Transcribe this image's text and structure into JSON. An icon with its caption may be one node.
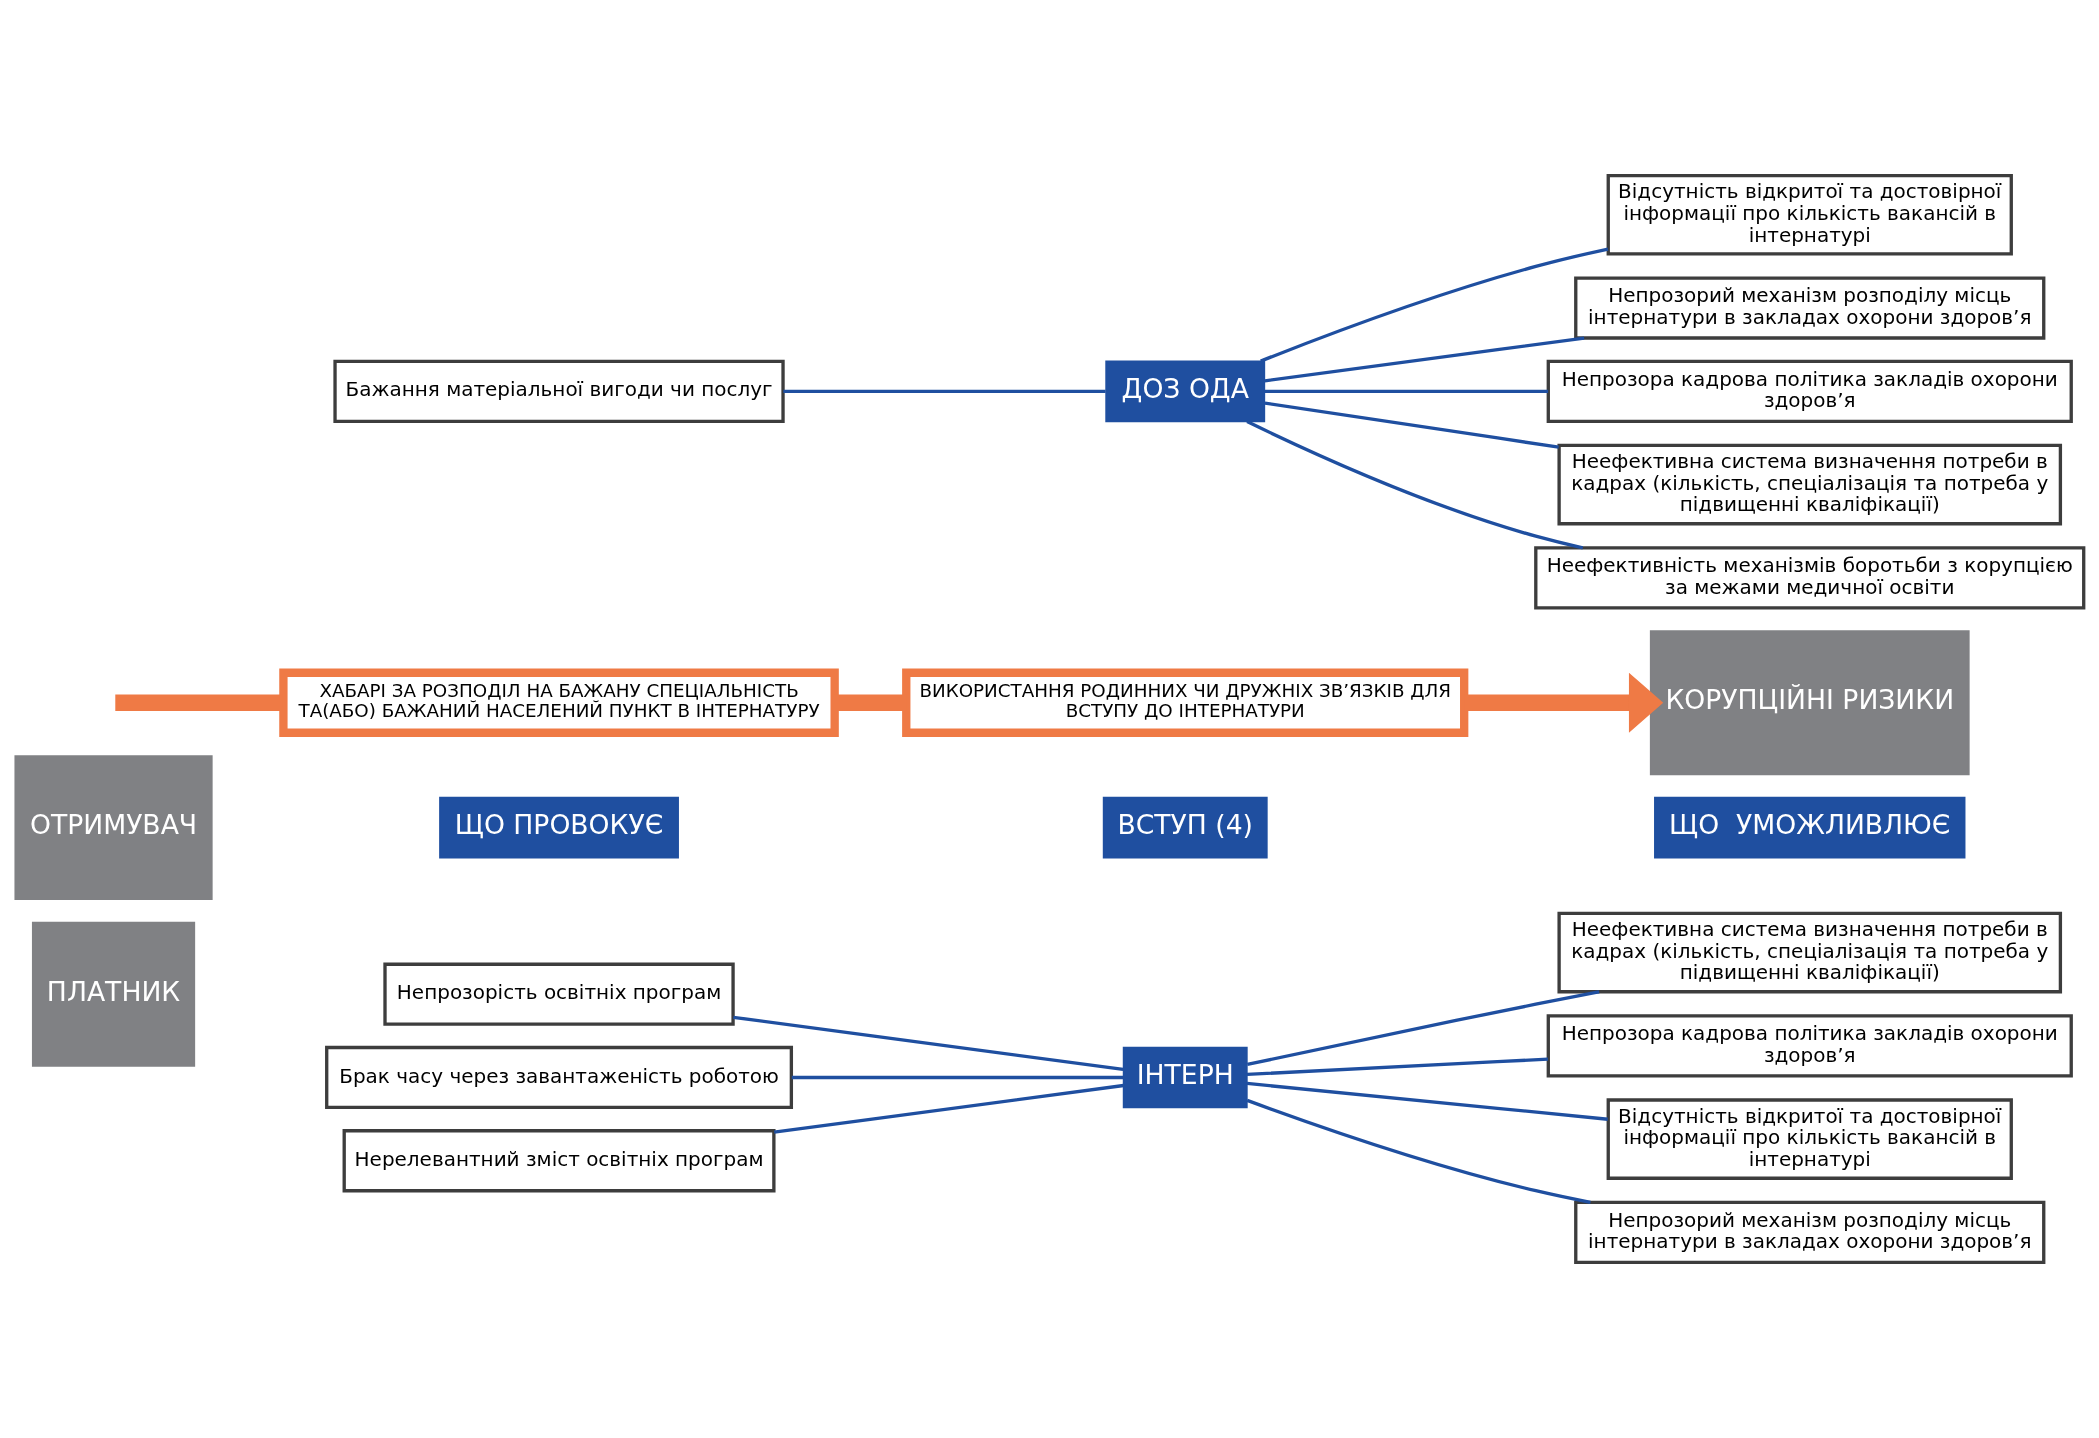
{
  "diagram": {
    "nodes": [
      {
        "text": [
          "ВСТУП (4)"
        ]
      },
      {
        "text": [
          "ЩО ПРОВОКУЄ"
        ]
      },
      {
        "text": [
          "ЩО  УМОЖЛИВЛЮЄ"
        ]
      },
      {
        "text": [
          "ОТРИМУВАЧ"
        ]
      },
      {
        "text": [
          "ПЛАТНИК"
        ]
      },
      {
        "text": [
          "КОРУПЦІЙНІ РИЗИКИ"
        ]
      },
      {
        "text": [
          "Відсутність відкритої та достовірної інформації про кількість вакансій в інтернатурі"
        ]
      },
      {
        "text": [
          "Непрозорий механізм розподілу місць інтернатури в закладах охорони здоров’я"
        ]
      },
      {
        "text": [
          "Непрозора кадрова політика закладів охорони здоров’я"
        ]
      },
      {
        "text": [
          "Неефективна система визначення потреби в кадрах (кількість, спеціалізація та потреба у підвищенні кваліфікації)"
        ]
      },
      {
        "text": [
          "Неефективність механізмів боротьби з корупцією за межами медичної освіти"
        ]
      },
      {
        "text": [
          "Бажання матеріальної вигоди чи послуг"
        ]
      },
      {
        "text": [
          "ДОЗ ОДА"
        ]
      },
      {
        "text": [
          "ХАБАРІ ЗА РОЗПОДІЛ НА БАЖАНУ СПЕЦІАЛЬНІСТЬ ТА(АБО) БАЖАНИЙ НАСЕЛЕНИЙ ПУНКТ В ІНТЕРНАТУРУ"
        ]
      },
      {
        "text": [
          "ВИКОРИСТАННЯ РОДИННИХ ЧИ ДРУЖНІХ ЗВ’ЯЗКІВ ДЛЯ ВСТУПУ ДО ІНТЕРНАТУРИ"
        ]
      },
      {
        "text": [
          "Брак часу через завантаженість роботою"
        ]
      },
      {
        "text": [
          "ІНТЕРН"
        ]
      },
      {
        "text": [
          "Нерелевантний зміст освітніх програм"
        ]
      },
      {
        "text": [
          "Непрозорість освітніх програм"
        ]
      },
      {
        "text": [
          "Неефективна система визначення потреби в кадрах (кількість, спеціалізація та потреба у підвищенні кваліфікації)"
        ]
      },
      {
        "text": [
          "Непрозора кадрова політика закладів охорони здоров’я"
        ]
      },
      {
        "text": [
          "Відсутність відкритої та достовірної інформації про кількість вакансій в інтернатурі"
        ]
      },
      {
        "text": [
          "Непрозорий механізм розподілу місць інтернатури в закладах охорони здоров’я"
        ]
      }
    ],
    "edges": [
      {
        "from": 12,
        "to": 6,
        "arrow": "none"
      },
      {
        "from": 12,
        "to": 7,
        "arrow": "none"
      },
      {
        "from": 12,
        "to": 8,
        "arrow": "none"
      },
      {
        "from": 12,
        "to": 9,
        "arrow": "none"
      },
      {
        "from": 12,
        "to": 10,
        "arrow": "none"
      },
      {
        "from": 11,
        "to": 12,
        "arrow": "none"
      },
      {
        "from": null,
        "to": 13,
        "arrow": "none",
        "style": "thick",
        "color": "#ef7a45"
      },
      {
        "from": 13,
        "to": 14,
        "arrow": "none",
        "style": "thick",
        "color": "#ef7a45"
      },
      {
        "from": 14,
        "to": 5,
        "arrow": "to",
        "style": "thick",
        "color": "#ef7a45"
      },
      {
        "from": 15,
        "to": 16,
        "arrow": "none"
      },
      {
        "from": 17,
        "to": 16,
        "arrow": "none"
      },
      {
        "from": 18,
        "to": 16,
        "arrow": "none"
      },
      {
        "from": 16,
        "to": 19,
        "arrow": "none"
      },
      {
        "from": 16,
        "to": 20,
        "arrow": "none"
      },
      {
        "from": 16,
        "to": 21,
        "arrow": "none"
      },
      {
        "from": 16,
        "to": 22,
        "arrow": "none"
      }
    ]
  }
}
